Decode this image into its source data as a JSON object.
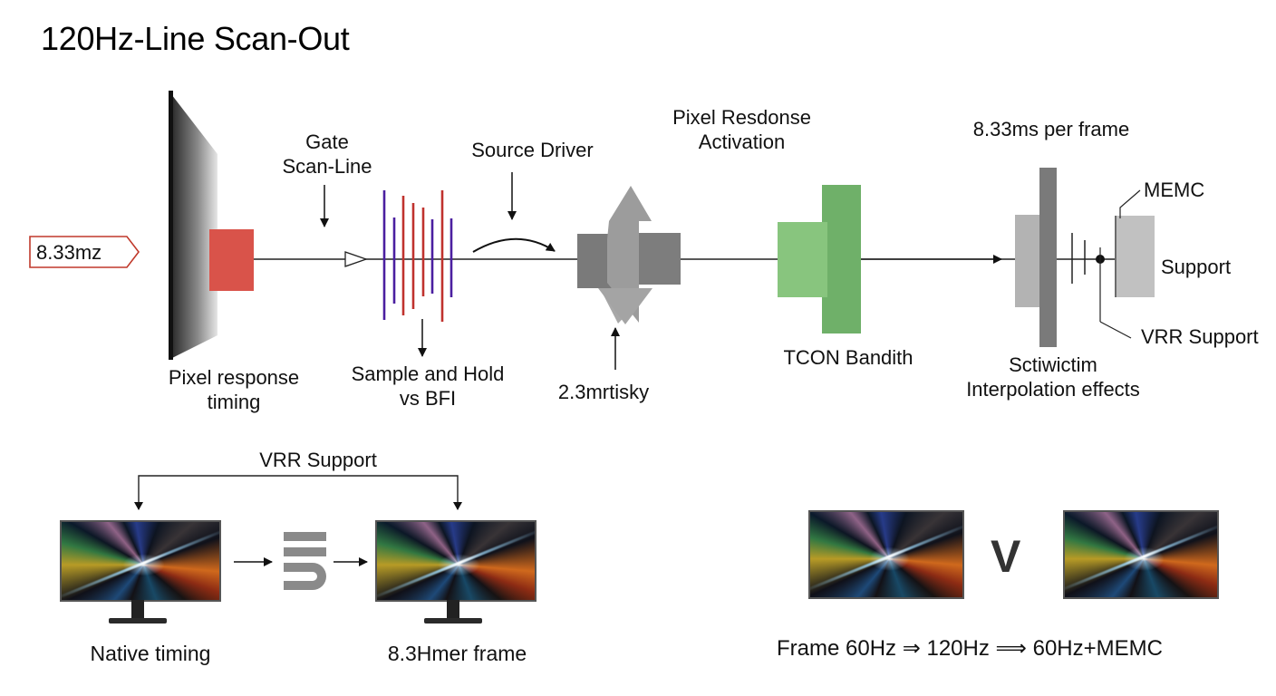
{
  "title": "120Hz-Line Scan-Out",
  "input_tag": {
    "label": "8.33mz",
    "border_color": "#c0392b"
  },
  "stages": {
    "pixel_response_timing": {
      "label_line1": "Pixel response",
      "label_line2": "timing",
      "marker_color": "#d9534a"
    },
    "gate_scan_line": {
      "label_line1": "Gate",
      "label_line2": "Scan-Line"
    },
    "sample_and_hold": {
      "label_line1": "Sample and Hold",
      "label_line2": "vs BFI",
      "line_colors": [
        "#4b1fa0",
        "#4b1fa0",
        "#c0322e",
        "#c0322e",
        "#c0322e",
        "#4b1fa0",
        "#c0322e",
        "#4b1fa0"
      ]
    },
    "source_driver": {
      "label": "Source Driver"
    },
    "pixel_response_activation": {
      "label_line1": "Pixel Resdonse",
      "label_line2": "Activation"
    },
    "latency": {
      "label": "2.3mrtisky"
    },
    "tcon_bandwidth": {
      "label": "TCON Bandith",
      "color_light": "#88c57e",
      "color_dark": "#6fb069"
    },
    "frame_time": {
      "label": "8.33ms per frame"
    },
    "interpolation": {
      "label_line1": "Sctiwictim",
      "label_line2": "Interpolation effects"
    },
    "memc": {
      "label": "MEMC"
    },
    "support": {
      "label": "Support"
    },
    "vrr_support_callout": {
      "label": "VRR Support"
    }
  },
  "bottom_left": {
    "bracket_label": "VRR Support",
    "left_monitor_caption": "Native timing",
    "right_monitor_caption": "8.3Hmer frame"
  },
  "bottom_right": {
    "versus_label": "V",
    "caption": "Frame 60Hz ⇒ 120Hz  ⟹ 60Hz+MEMC"
  }
}
